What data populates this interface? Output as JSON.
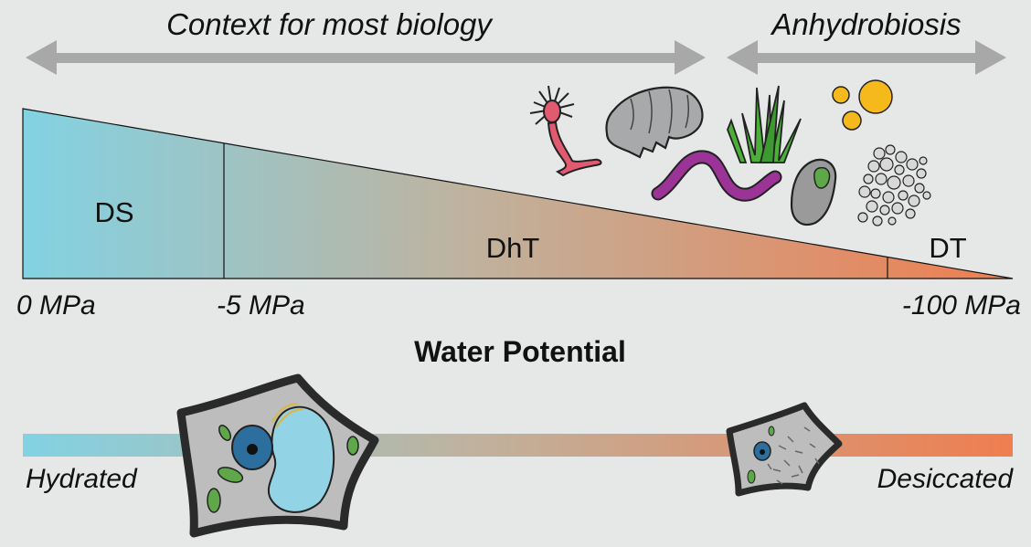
{
  "ranges": {
    "context_label": "Context for most biology",
    "anhydrobiosis_label": "Anhydrobiosis"
  },
  "zones": {
    "ds": "DS",
    "dht": "DhT",
    "dt": "DT"
  },
  "ticks": {
    "zero": "0 MPa",
    "minus5": "-5 MPa",
    "minus100": "-100 MPa"
  },
  "axis_title": "Water Potential",
  "gradient_bar": {
    "left_label": "Hydrated",
    "right_label": "Desiccated"
  },
  "colors": {
    "hydrated": "#82d2e3",
    "mid": "#bfb29e",
    "desiccated": "#ef7e50",
    "arrow": "#a8a8a8",
    "cell_fill": "#bdbdbd",
    "vacuole": "#92d3e6",
    "nucleus": "#2c6f9e",
    "chloroplast": "#5fa84a"
  },
  "organisms": [
    "rotifer-icon",
    "tardigrade-icon",
    "nematode-icon",
    "moss-icon",
    "seed-icon",
    "yeast-icon",
    "bacteria-icon"
  ]
}
